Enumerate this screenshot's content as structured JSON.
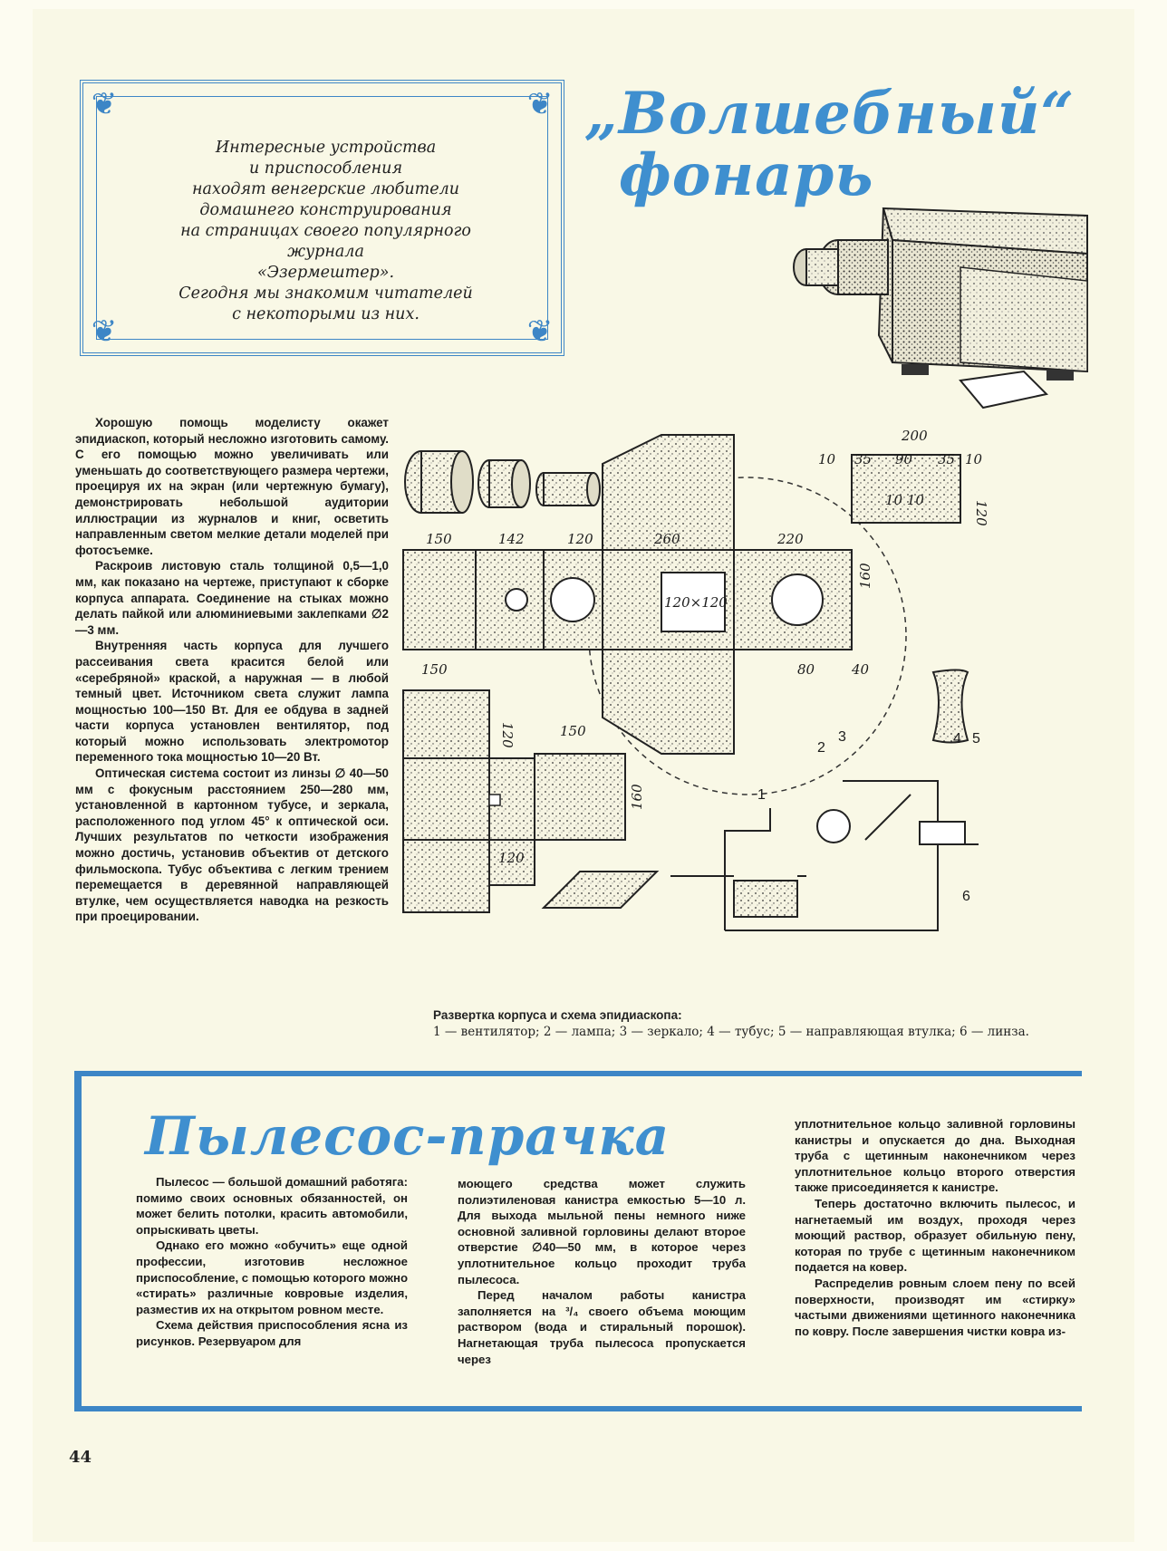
{
  "intro": {
    "lines": [
      "Интересные устройства",
      "и приспособления",
      "находят венгерские любители",
      "домашнего конструирования",
      "на страницах своего популярного",
      "журнала",
      "«Эзермештер».",
      "Сегодня мы знакомим читателей",
      "с некоторыми из них."
    ]
  },
  "article1": {
    "title_line1": "„Волшебный“",
    "title_line2": "фонарь",
    "paragraphs": [
      "Хорошую помощь моделисту окажет эпидиаскоп, который несложно изготовить самому. С его помощью можно увеличивать или уменьшать до соответствующего размера чертежи, проецируя их на экран (или чертежную бумагу), демонстрировать небольшой аудитории иллюстрации из журналов и книг, осветить направленным светом мелкие детали моделей при фотосъемке.",
      "Раскроив листовую сталь толщиной 0,5—1,0 мм, как показано на чертеже, приступают к сборке корпуса аппарата. Соединение на стыках можно делать пайкой или алюминиевыми заклепками ∅2—3 мм.",
      "Внутренняя часть корпуса для лучшего рассеивания света красится белой или «серебряной» краской, а наружная — в любой темный цвет. Источником света служит лампа мощностью 100—150 Вт. Для ее обдува в задней части корпуса установлен вентилятор, под который можно использовать электромотор переменного тока мощностью 10—20 Вт.",
      "Оптическая система состоит из линзы ∅ 40—50 мм с фокусным расстоянием 250—280 мм, установленной в картонном тубусе, и зеркала, расположенного под углом 45° к оптической оси. Лучших результатов по четкости изображения можно достичь, установив объектив от детского фильмоскопа. Тубус объектива с легким трением перемещается в деревянной направляющей втулке, чем осуществляется наводка на резкость при проецировании."
    ],
    "diagram_labels": {
      "d150_top": "150",
      "d200": "200",
      "d10a": "10",
      "d35a": "35",
      "d90": "90",
      "d35b": "35",
      "d10b": "10",
      "d10_10": "10 10",
      "d120_side": "120",
      "d150": "150",
      "d142": "142",
      "d120": "120",
      "d260": "260",
      "d220": "220",
      "d120x120": "120×120",
      "d160": "160",
      "d80": "80",
      "d40": "40",
      "d150_b": "150",
      "d120_b": "120",
      "d150_c": "150",
      "d160_b": "160",
      "d120_c": "120",
      "n1": "1",
      "n2": "2",
      "n3": "3",
      "n4": "4",
      "n5": "5",
      "n6": "6"
    },
    "caption_title": "Развертка корпуса и схема эпидиаскопа:",
    "caption_text": "1 — вентилятор; 2 — лампа; 3 — зеркало; 4 — тубус; 5 — направляющая втулка; 6 — линза."
  },
  "article2": {
    "title": "Пылесос-прачка",
    "col1": [
      "Пылесос — большой домашний работяга: помимо своих основных обязанностей, он может белить потолки, красить автомобили, опрыскивать цветы.",
      "Однако его можно «обучить» еще одной профессии, изготовив несложное приспособление, с помощью которого можно «стирать» различные ковровые изделия, разместив их на открытом ровном месте.",
      "Схема действия приспособления ясна из рисунков. Резервуаром для"
    ],
    "col2": [
      "моющего средства может служить полиэтиленовая канистра емкостью 5—10 л. Для выхода мыльной пены немного ниже основной заливной горловины делают второе отверстие ∅40—50 мм, в которое через уплотнительное кольцо проходит труба пылесоса.",
      "Перед началом работы канистра заполняется на ³/₄ своего объема моющим раствором (вода и стиральный порошок). Нагнетающая труба пылесоса пропускается через"
    ],
    "col3": [
      "уплотнительное кольцо заливной горловины канистры и опускается до дна. Выходная труба с щетинным наконечником через уплотнительное кольцо второго отверстия также присоединяется к канистре.",
      "Теперь достаточно включить пылесос, и нагнетаемый им воздух, проходя через моющий раствор, образует обильную пену, которая по трубе с щетинным наконечником подается на ковер.",
      "Распределив ровным слоем пену по всей поверхности, производят им «стирку» частыми движениями щетинного наконечника по ковру. После завершения чистки ковра из-"
    ]
  },
  "page_number": "44",
  "colors": {
    "accent": "#3d86c6",
    "paper": "#f9f8e6",
    "ink": "#1c1c1c"
  }
}
